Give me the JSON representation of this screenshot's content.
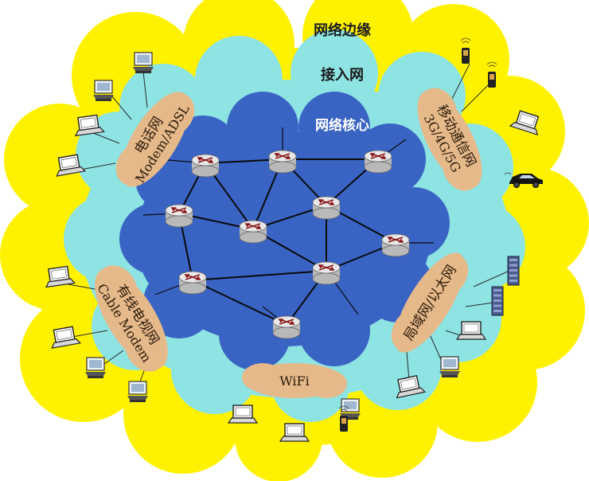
{
  "labels": {
    "edge": "网络边缘",
    "access": "接入网",
    "core": "网络核心"
  },
  "access_blobs": {
    "phone": {
      "line1": "电话网",
      "line2": "Modem/ADSL"
    },
    "mobile": {
      "line1": "移动通信网",
      "line2": "3G/4G/5G"
    },
    "cable": {
      "line1": "有线电视网",
      "line2": "Cable Modem"
    },
    "lan": {
      "line1": "局域网/以太网"
    },
    "wifi": {
      "line1": "WiFi"
    }
  },
  "colors": {
    "edge_cloud": "#fff200",
    "access_cloud": "#8ee3e3",
    "core_cloud": "#3a64c4",
    "blob": "#e6b98a",
    "router": "#e8e8e8",
    "router_arrow": "#8b1a1a"
  },
  "icons": {
    "router": "router-icon",
    "laptop": "laptop-icon",
    "desktop": "desktop-icon",
    "phone": "mobile-phone-icon",
    "car": "car-icon",
    "server": "server-icon"
  }
}
